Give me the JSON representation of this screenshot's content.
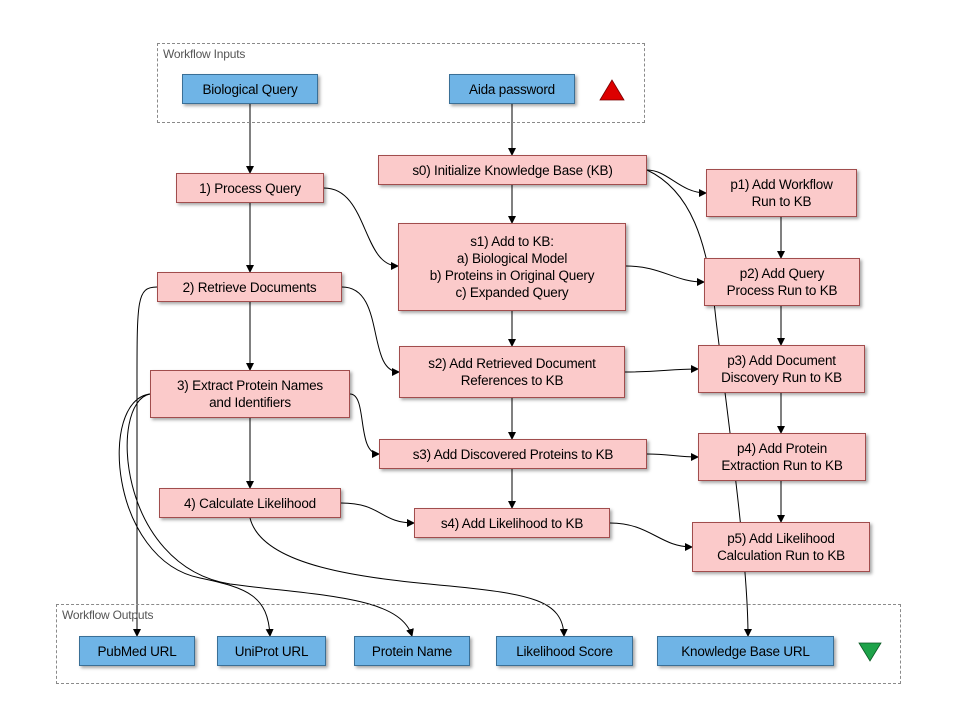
{
  "diagram": {
    "colors": {
      "process_fill": "#fbcaca",
      "process_border": "#a14d4d",
      "io_fill": "#6fb4e6",
      "io_border": "#3a6f96",
      "edge": "#000000",
      "input_marker": "#dd0000",
      "output_marker": "#1ea34a"
    },
    "regions": {
      "inputs_label": "Workflow Inputs",
      "outputs_label": "Workflow Outputs"
    },
    "inputs": {
      "biological_query": "Biological Query",
      "aida_password": "Aida password"
    },
    "steps": {
      "n1": "1) Process Query",
      "n2": "2) Retrieve Documents",
      "n3": [
        "3) Extract Protein Names",
        "and Identifiers"
      ],
      "n4": "4) Calculate Likelihood"
    },
    "kb_steps": {
      "s0": "s0) Initialize Knowledge Base (KB)",
      "s1": [
        "s1) Add to KB:",
        "a)   Biological Model",
        "b)   Proteins in Original Query",
        "c)   Expanded Query"
      ],
      "s2": [
        "s2) Add Retrieved Document",
        "References to KB"
      ],
      "s3": "s3) Add Discovered Proteins to KB",
      "s4": "s4) Add Likelihood to KB"
    },
    "provenance_steps": {
      "p1": [
        "p1) Add Workflow",
        "Run to KB"
      ],
      "p2": [
        "p2) Add Query",
        "Process Run to KB"
      ],
      "p3": [
        "p3) Add Document",
        "Discovery Run to KB"
      ],
      "p4": [
        "p4) Add Protein",
        "Extraction Run to KB"
      ],
      "p5": [
        "p5) Add Likelihood",
        "Calculation Run to KB"
      ]
    },
    "outputs": {
      "pubmed_url": "PubMed URL",
      "uniprot_url": "UniProt URL",
      "protein_name": "Protein Name",
      "likelihood_score": "Likelihood Score",
      "knowledge_base_url": "Knowledge Base URL"
    },
    "edges": [
      [
        "in-bio",
        "n1"
      ],
      [
        "n1",
        "n2"
      ],
      [
        "n2",
        "n3"
      ],
      [
        "n3",
        "n4"
      ],
      [
        "in-pwd",
        "s0"
      ],
      [
        "s0",
        "s1"
      ],
      [
        "s1",
        "s2"
      ],
      [
        "s2",
        "s3"
      ],
      [
        "s3",
        "s4"
      ],
      [
        "n1",
        "s1"
      ],
      [
        "n2",
        "s2"
      ],
      [
        "n3",
        "s3"
      ],
      [
        "n4",
        "s4"
      ],
      [
        "s0",
        "p1"
      ],
      [
        "p1",
        "p2"
      ],
      [
        "p2",
        "p3"
      ],
      [
        "p3",
        "p4"
      ],
      [
        "p4",
        "p5"
      ],
      [
        "s1",
        "p2"
      ],
      [
        "s2",
        "p3"
      ],
      [
        "s3",
        "p4"
      ],
      [
        "s4",
        "p5"
      ],
      [
        "n2",
        "out-pubmed"
      ],
      [
        "n3",
        "out-uniprot"
      ],
      [
        "n3",
        "out-protein"
      ],
      [
        "n4",
        "out-likelihood"
      ],
      [
        "s0",
        "out-kb"
      ]
    ]
  }
}
